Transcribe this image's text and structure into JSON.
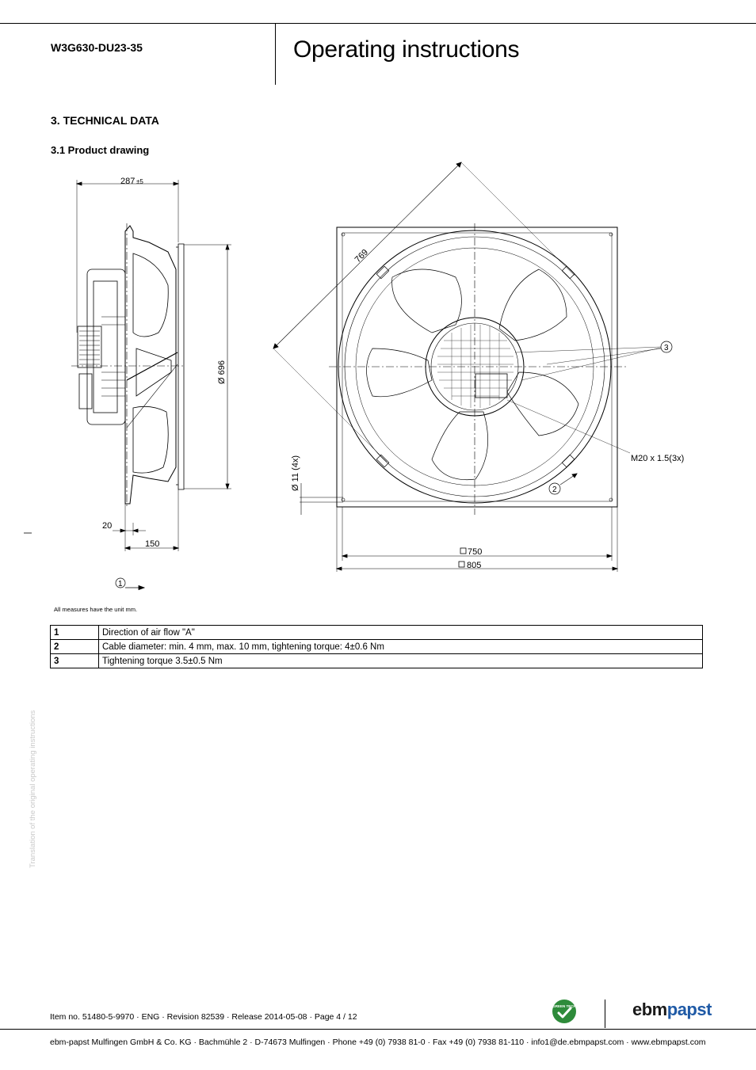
{
  "header": {
    "model": "W3G630-DU23-35",
    "title": "Operating instructions"
  },
  "section": {
    "title": "3. TECHNICAL DATA",
    "subtitle": "3.1 Product drawing"
  },
  "drawing": {
    "dims": {
      "depth": "287",
      "depth_tol": "±5",
      "diameter": "Ø 696",
      "d20": "20",
      "d150": "150",
      "hole": "Ø 11 (4x)",
      "diag": "769",
      "sq750": "750",
      "sq805": "805",
      "thread": "M20 x 1.5(3x)"
    },
    "callouts": {
      "c1": "1",
      "c2": "2",
      "c3": "3"
    },
    "units_note": "All measures have the unit mm."
  },
  "legend": [
    {
      "num": "1",
      "text": "Direction of air flow \"A\""
    },
    {
      "num": "2",
      "text": "Cable diameter: min. 4 mm, max. 10 mm, tightening torque: 4±0.6 Nm"
    },
    {
      "num": "3",
      "text": "Tightening torque 3.5±0.5 Nm"
    }
  ],
  "side_note": "Translation of the original operating instructions",
  "footer": {
    "item_line": "Item no. 51480-5-9970 · ENG · Revision 82539 · Release 2014-05-08 · Page 4 / 12",
    "address": "ebm-papst Mulfingen GmbH & Co. KG · Bachmühle 2 · D-74673 Mulfingen · Phone +49 (0) 7938 81-0 · Fax +49 (0) 7938 81-110 · info1@de.ebmpapst.com · www.ebmpapst.com",
    "badge": "GREEN TECH",
    "brand_a": "ebm",
    "brand_b": "papst"
  },
  "colors": {
    "brand_blue": "#1f5aa6",
    "badge_green": "#2e8b3a",
    "sidenote_gray": "#c9c9c9"
  }
}
